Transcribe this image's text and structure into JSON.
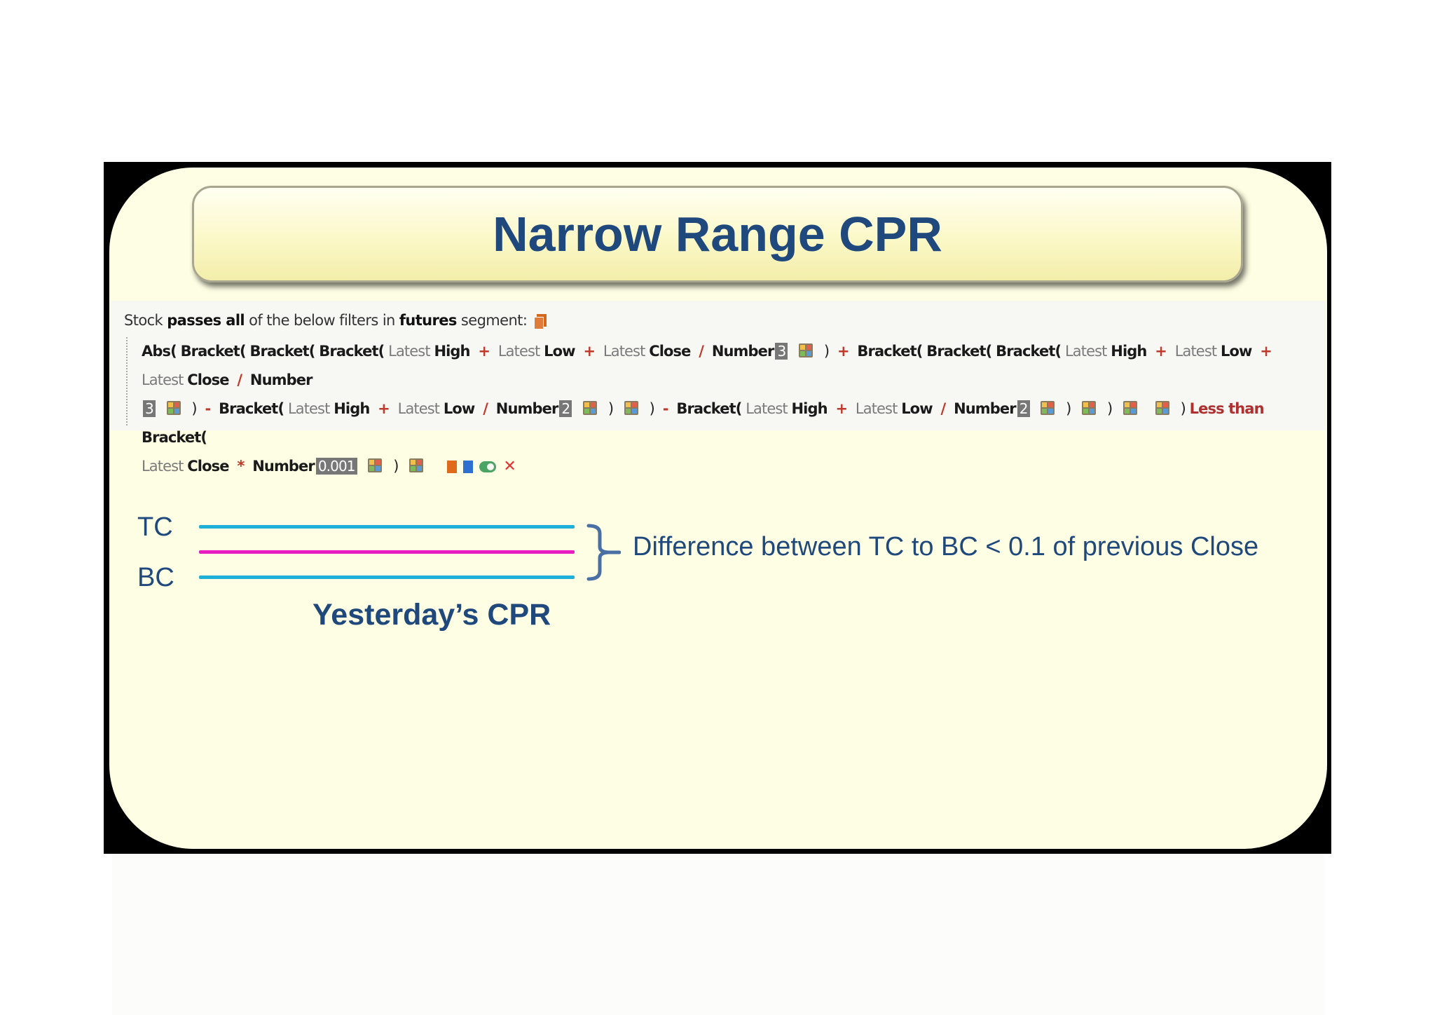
{
  "slide": {
    "title": "Narrow Range CPR",
    "colors": {
      "title": "#1f497d",
      "background": "#fefee4",
      "line_tc_bc": "#1fb0d8",
      "line_pivot": "#e81fc0"
    }
  },
  "scanner": {
    "header": {
      "prefix": "Stock",
      "passes_all": "passes all",
      "middle": "of the below filters in",
      "segment": "futures",
      "suffix": "segment:"
    },
    "formula": {
      "tokens": {
        "abs": "Abs(",
        "bracket": "Bracket(",
        "latest": "Latest",
        "high": "High",
        "low": "Low",
        "close": "Close",
        "number": "Number",
        "plus": "+",
        "minus": "-",
        "divide": "/",
        "multiply": "*",
        "rparen": ")",
        "less_than": "Less than"
      },
      "values": {
        "three": "3",
        "two": "2",
        "factor": "0.001"
      },
      "close_icon": "✕"
    }
  },
  "diagram": {
    "tc_label": "TC",
    "bc_label": "BC",
    "annotation": "Difference between TC to BC < 0.1 of previous Close",
    "caption": "Yesterday’s CPR"
  }
}
